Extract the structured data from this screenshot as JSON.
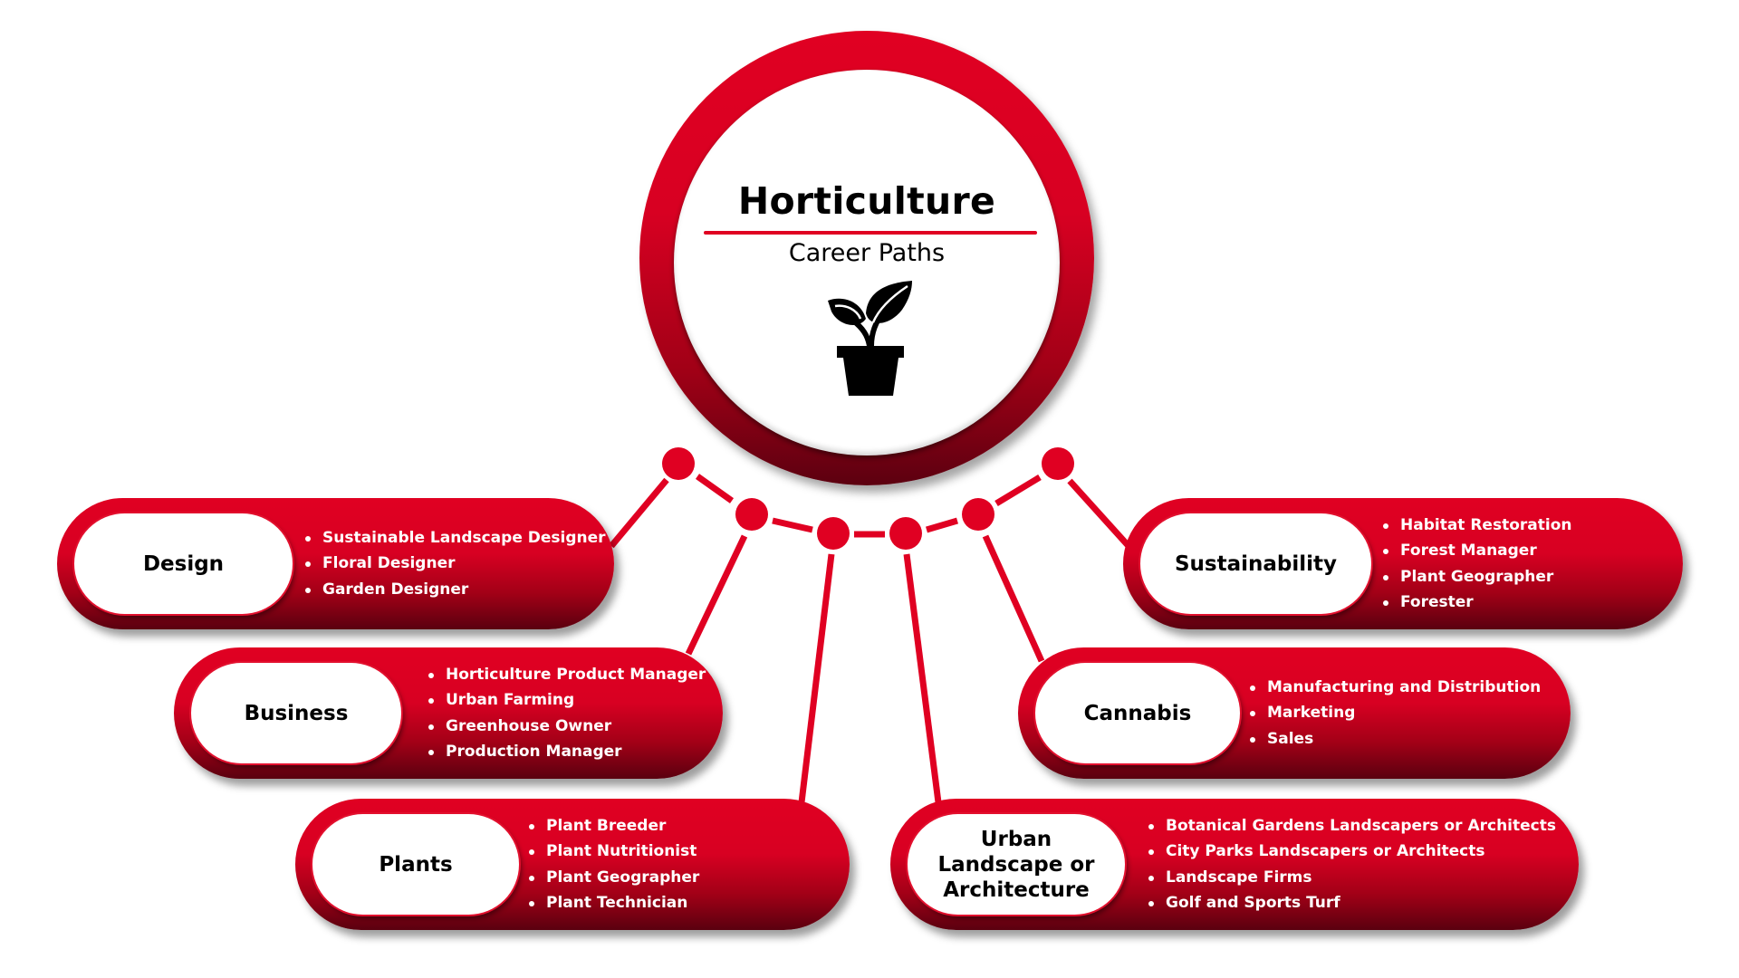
{
  "hub": {
    "title": "Horticulture",
    "subtitle": "Career Paths",
    "icon": "potted-plant-icon"
  },
  "colors": {
    "primary_red": "#e00022",
    "dark_red": "#5a000f",
    "text_dark": "#000000",
    "text_light": "#ffffff",
    "background": "#ffffff"
  },
  "categories": [
    {
      "id": "design",
      "label": "Design",
      "items": [
        "Sustainable Landscape Designer",
        "Floral Designer",
        "Garden Designer"
      ]
    },
    {
      "id": "business",
      "label": "Business",
      "items": [
        "Horticulture Product Manager",
        "Urban Farming",
        "Greenhouse Owner",
        "Production Manager"
      ]
    },
    {
      "id": "plants",
      "label": "Plants",
      "items": [
        "Plant Breeder",
        "Plant Nutritionist",
        "Plant Geographer",
        "Plant Technician"
      ]
    },
    {
      "id": "urban-landscape",
      "label": "Urban Landscape or Architecture",
      "items": [
        "Botanical Gardens Landscapers or Architects",
        "City Parks Landscapers or Architects",
        "Landscape Firms",
        "Golf and Sports Turf"
      ]
    },
    {
      "id": "cannabis",
      "label": "Cannabis",
      "items": [
        "Manufacturing and Distribution",
        "Marketing",
        "Sales"
      ]
    },
    {
      "id": "sustainability",
      "label": "Sustainability",
      "items": [
        "Habitat Restoration",
        "Forest Manager",
        "Plant Geographer",
        "Forester"
      ]
    }
  ]
}
